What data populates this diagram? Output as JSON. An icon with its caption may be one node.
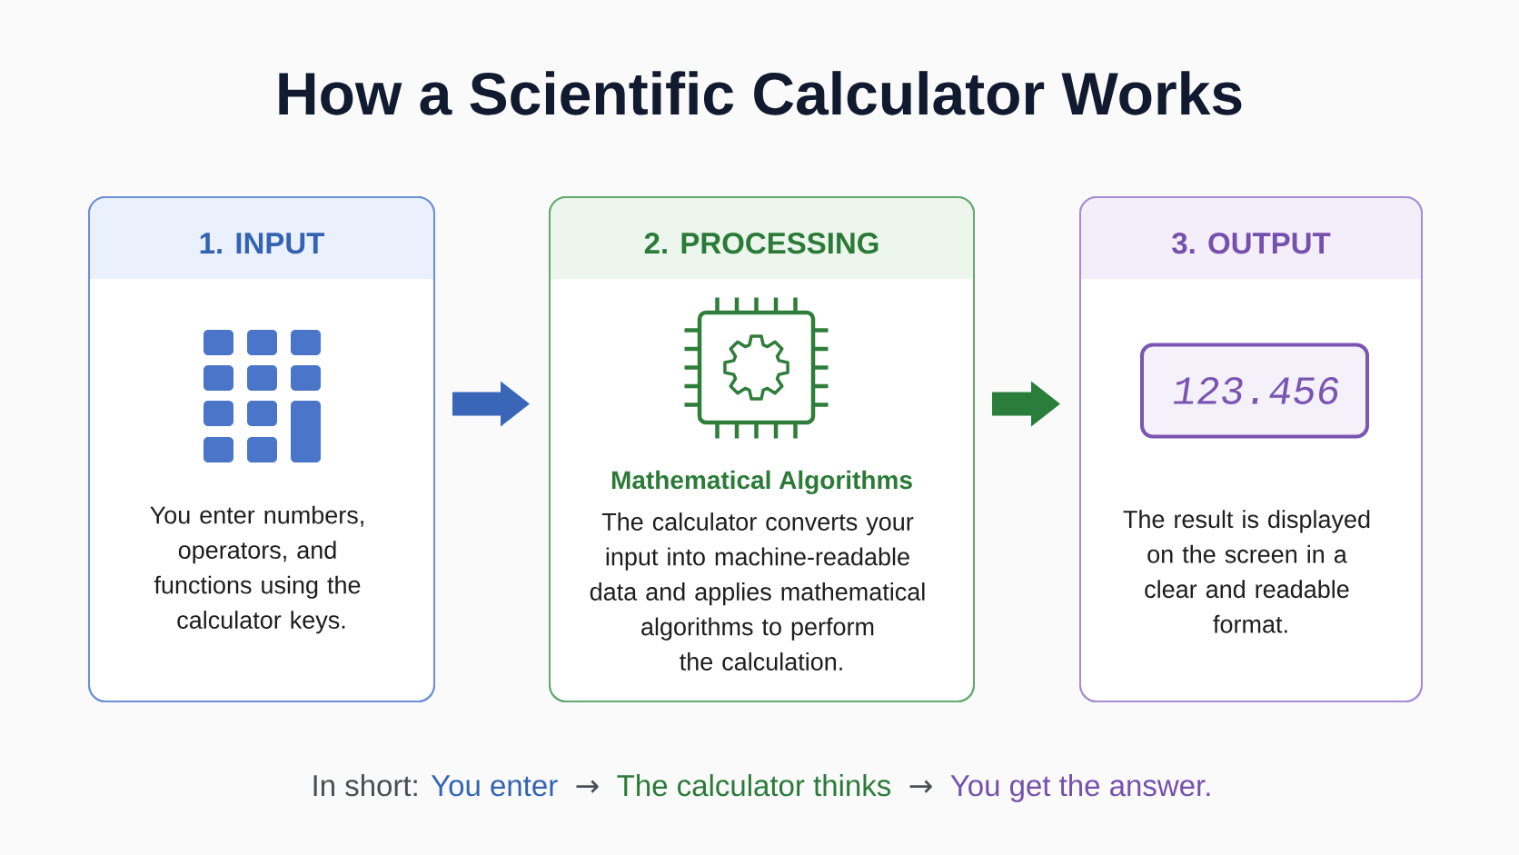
{
  "diagram": {
    "title": "How a Scientific Calculator Works",
    "nodes": [
      {
        "text": [
          "1. INPUT",
          "You enter numbers, operators, and functions using the calculator keys."
        ]
      },
      {
        "text": [
          "2. PROCESSING",
          "Mathematical Algorithms",
          "The calculator converts your input into machine-readable data and applies mathematical algorithms to perform the calculation."
        ]
      },
      {
        "text": [
          "3. OUTPUT",
          "The result is displayed on the screen in a clear and readable format."
        ]
      },
      {
        "text": [
          "123.456"
        ],
        "in": 2
      }
    ],
    "edges": [
      {
        "from": 0,
        "to": 1,
        "arrow": "to",
        "color": "#3a66b8"
      },
      {
        "from": 1,
        "to": 2,
        "arrow": "to",
        "color": "#2b7d3c"
      }
    ],
    "labels": [
      "In short:",
      "You enter",
      "→",
      "The calculator thinks",
      "→",
      "You get the answer."
    ]
  }
}
